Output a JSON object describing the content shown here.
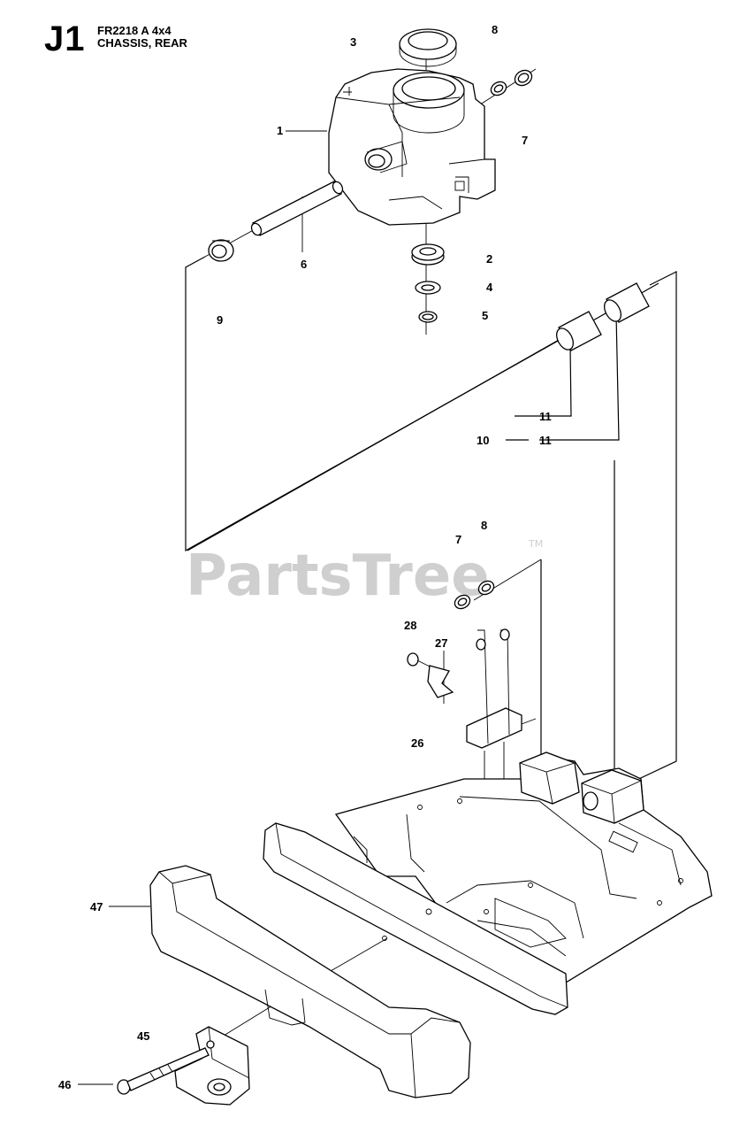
{
  "header": {
    "page_code": "J1",
    "model": "FR2218 A 4x4",
    "section": "CHASSIS, REAR"
  },
  "watermark": {
    "text": "PartsTree",
    "trademark": "TM",
    "color": "#cfcfcf"
  },
  "callouts": {
    "c1": "1",
    "c2": "2",
    "c3": "3",
    "c4": "4",
    "c5": "5",
    "c6": "6",
    "c7a": "7",
    "c7b": "7",
    "c8a": "8",
    "c8b": "8",
    "c9": "9",
    "c10": "10",
    "c11a": "11",
    "c11b": "11",
    "c26": "26",
    "c27": "27",
    "c28": "28",
    "c45": "45",
    "c46": "46",
    "c47": "47"
  },
  "parts": [
    {
      "id": "1",
      "icon": "pivot-housing-icon"
    },
    {
      "id": "2",
      "icon": "bearing-icon"
    },
    {
      "id": "3",
      "icon": "seal-ring-icon"
    },
    {
      "id": "4",
      "icon": "washer-icon"
    },
    {
      "id": "5",
      "icon": "circlip-icon"
    },
    {
      "id": "6",
      "icon": "shaft-icon"
    },
    {
      "id": "7",
      "icon": "washer-icon"
    },
    {
      "id": "8",
      "icon": "circlip-icon"
    },
    {
      "id": "9",
      "icon": "bushing-icon"
    },
    {
      "id": "11",
      "icon": "sleeve-icon"
    },
    {
      "id": "26",
      "icon": "bracket-icon"
    },
    {
      "id": "27",
      "icon": "clip-icon"
    },
    {
      "id": "28",
      "icon": "screw-icon"
    },
    {
      "id": "45",
      "icon": "hitch-plate-icon"
    },
    {
      "id": "46",
      "icon": "bolt-icon"
    },
    {
      "id": "47",
      "icon": "rear-bumper-icon"
    }
  ]
}
